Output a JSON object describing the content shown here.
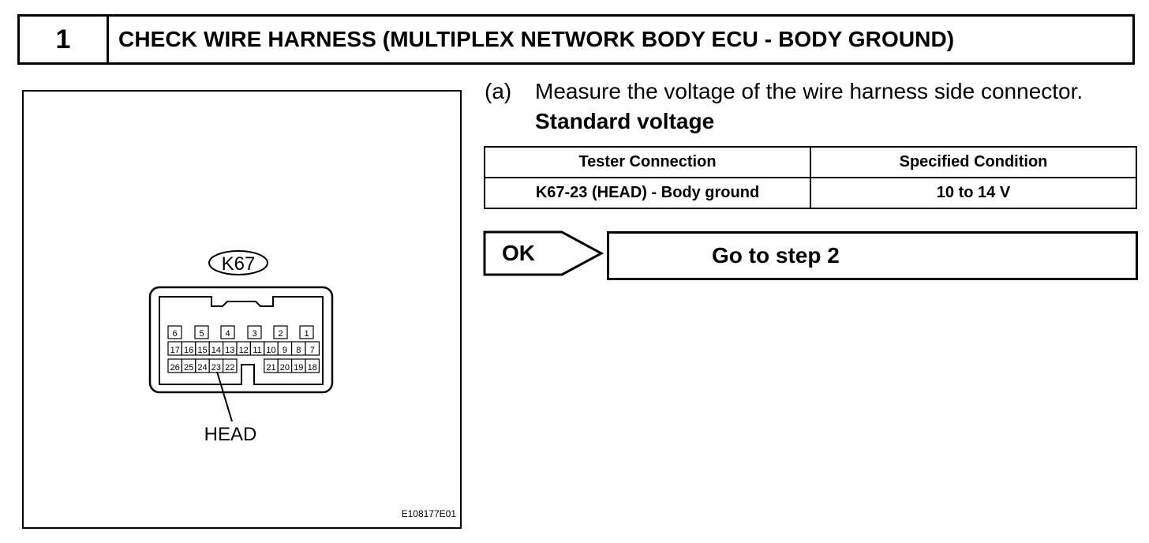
{
  "step": {
    "number": "1",
    "title": "CHECK WIRE HARNESS (MULTIPLEX NETWORK BODY ECU - BODY GROUND)"
  },
  "figure": {
    "connector_id": "K67",
    "pin_rows": [
      [
        "6",
        "5",
        "4",
        "3",
        "2",
        "1"
      ],
      [
        "17",
        "16",
        "15",
        "14",
        "13",
        "12",
        "11",
        "10",
        "9",
        "8",
        "7"
      ],
      [
        "26",
        "25",
        "24",
        "23",
        "22",
        "21",
        "20",
        "19",
        "18"
      ]
    ],
    "pointer_label": "HEAD",
    "figure_code": "E108177E01"
  },
  "instruction": {
    "lead": "(a)",
    "text": "Measure the voltage of the wire harness side connector.",
    "subheading": "Standard voltage"
  },
  "table": {
    "headers": [
      "Tester Connection",
      "Specified Condition"
    ],
    "rows": [
      [
        "K67-23 (HEAD) - Body ground",
        "10 to 14 V"
      ]
    ]
  },
  "result": {
    "status": "OK",
    "action": "Go to step 2"
  }
}
